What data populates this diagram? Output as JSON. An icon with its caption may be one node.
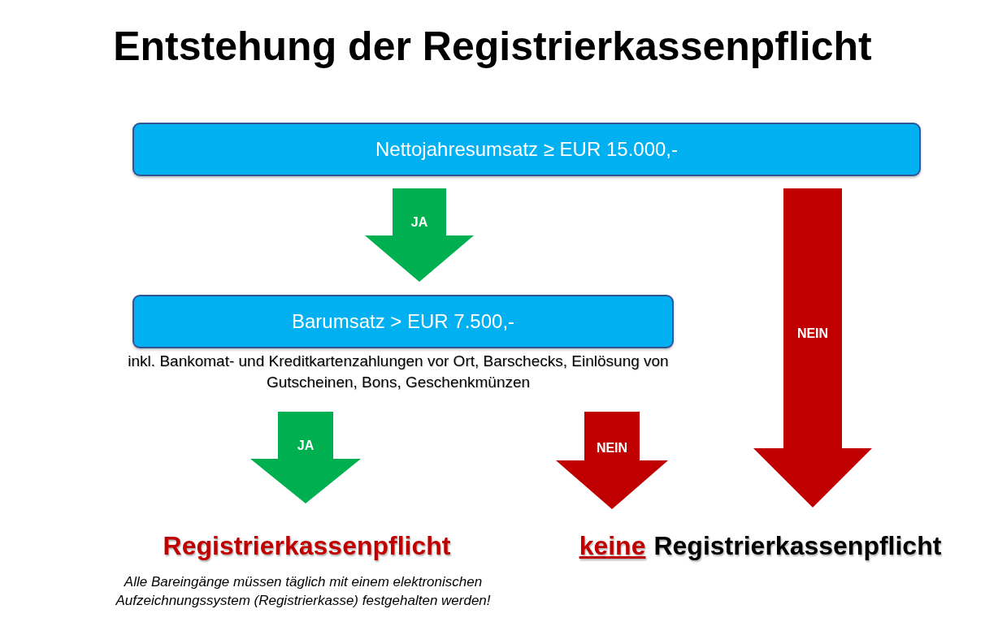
{
  "diagram": {
    "title": "Entstehung der Registrierkassenpflicht",
    "nodes": [
      {
        "text": [
          "Nettojahresumsatz ≥ EUR 15.000,-"
        ]
      },
      {
        "text": [
          "Barumsatz > EUR 7.500,-"
        ],
        "beside": [
          "inkl. Bankomat- und Kreditkartenzahlungen vor Ort, Barschecks, Einlösung von Gutscheinen, Bons, Geschenkmünzen"
        ]
      },
      {
        "text": [
          "Registrierkassenpflicht"
        ],
        "beside": [
          "Alle Bareingänge müssen täglich mit einem elektronischen Aufzeichnungssystem (Registrierkasse) festgehalten werden!"
        ]
      },
      {
        "text": [
          "keine",
          "Registrierkassenpflicht"
        ]
      }
    ],
    "edges": [
      {
        "from": 0,
        "to": 1,
        "arrow": "to",
        "label": "JA",
        "style": "thick",
        "color": "#00b050"
      },
      {
        "from": 1,
        "to": 2,
        "arrow": "to",
        "label": "JA",
        "style": "thick",
        "color": "#00b050"
      },
      {
        "from": 1,
        "to": 3,
        "arrow": "to",
        "label": "NEIN",
        "style": "thick",
        "color": "#c00000"
      },
      {
        "from": 0,
        "to": 3,
        "arrow": "to",
        "label": "NEIN",
        "style": "thick",
        "color": "#c00000"
      }
    ]
  }
}
